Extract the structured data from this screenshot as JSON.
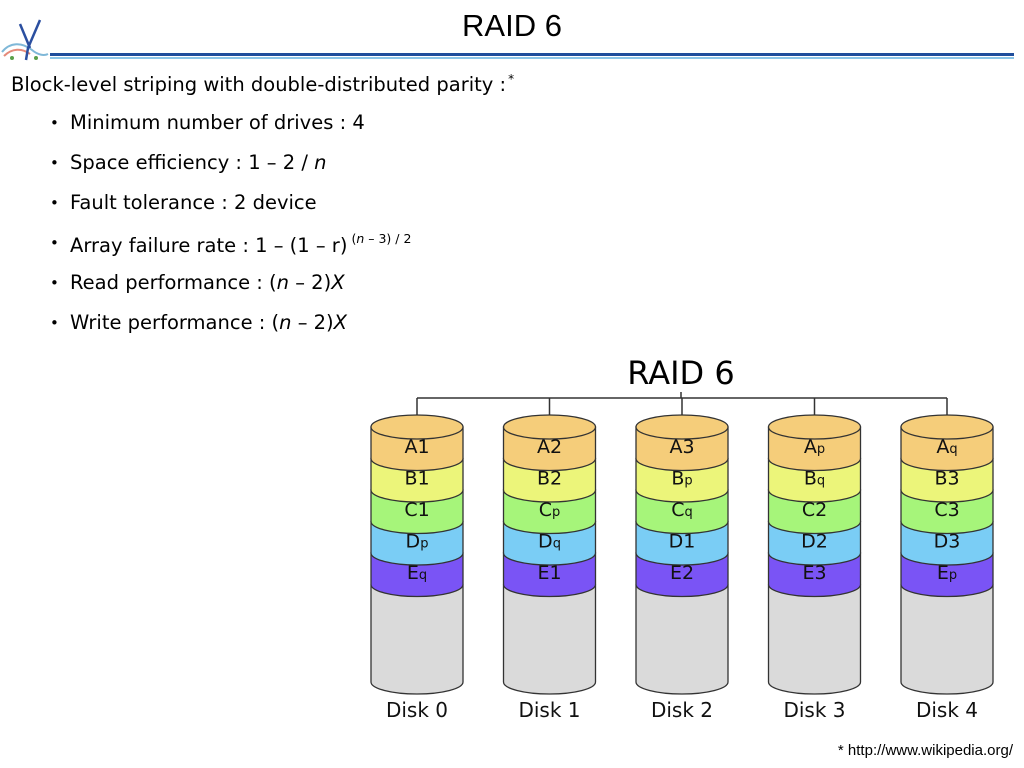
{
  "slide": {
    "title": "RAID 6",
    "intro": "Block-level striping with double-distributed parity :",
    "intro_mark": "*",
    "bullet_char": "•",
    "bullets": [
      {
        "text": "Minimum number of drives : 4"
      },
      {
        "prefix": "Space efficiency : 1 – 2 / ",
        "italic": "n"
      },
      {
        "text": "Fault tolerance : 2 device"
      },
      {
        "prefix": "Array failure rate : 1 – (1 – r)",
        "sup_prefix": "(",
        "sup_italic": "n",
        "sup_suffix": " – 3) / 2"
      },
      {
        "prefix": "Read performance : (",
        "italic": "n",
        "mid": " – 2)",
        "italic2": "X"
      },
      {
        "prefix": "Write performance : (",
        "italic": "n",
        "mid": " – 2)",
        "italic2": "X"
      }
    ],
    "footnote": "* http://www.wikipedia.org/"
  },
  "diagram": {
    "title": "RAID 6",
    "colors": {
      "A": "#f5cd7a",
      "B": "#ecf57a",
      "C": "#a6f57a",
      "D": "#7acdf5",
      "E": "#7a54f5",
      "empty": "#dadada",
      "line": "#333333"
    },
    "disks": [
      {
        "label": "Disk 0",
        "blocks": [
          {
            "main": "A1",
            "sub": ""
          },
          {
            "main": "B1",
            "sub": ""
          },
          {
            "main": "C1",
            "sub": ""
          },
          {
            "main": "D",
            "sub": "p"
          },
          {
            "main": "E",
            "sub": "q"
          }
        ]
      },
      {
        "label": "Disk 1",
        "blocks": [
          {
            "main": "A2",
            "sub": ""
          },
          {
            "main": "B2",
            "sub": ""
          },
          {
            "main": "C",
            "sub": "p"
          },
          {
            "main": "D",
            "sub": "q"
          },
          {
            "main": "E1",
            "sub": ""
          }
        ]
      },
      {
        "label": "Disk 2",
        "blocks": [
          {
            "main": "A3",
            "sub": ""
          },
          {
            "main": "B",
            "sub": "p"
          },
          {
            "main": "C",
            "sub": "q"
          },
          {
            "main": "D1",
            "sub": ""
          },
          {
            "main": "E2",
            "sub": ""
          }
        ]
      },
      {
        "label": "Disk 3",
        "blocks": [
          {
            "main": "A",
            "sub": "p"
          },
          {
            "main": "B",
            "sub": "q"
          },
          {
            "main": "C2",
            "sub": ""
          },
          {
            "main": "D2",
            "sub": ""
          },
          {
            "main": "E3",
            "sub": ""
          }
        ]
      },
      {
        "label": "Disk 4",
        "blocks": [
          {
            "main": "A",
            "sub": "q"
          },
          {
            "main": "B3",
            "sub": ""
          },
          {
            "main": "C3",
            "sub": ""
          },
          {
            "main": "D3",
            "sub": ""
          },
          {
            "main": "E",
            "sub": "p"
          }
        ]
      }
    ]
  }
}
